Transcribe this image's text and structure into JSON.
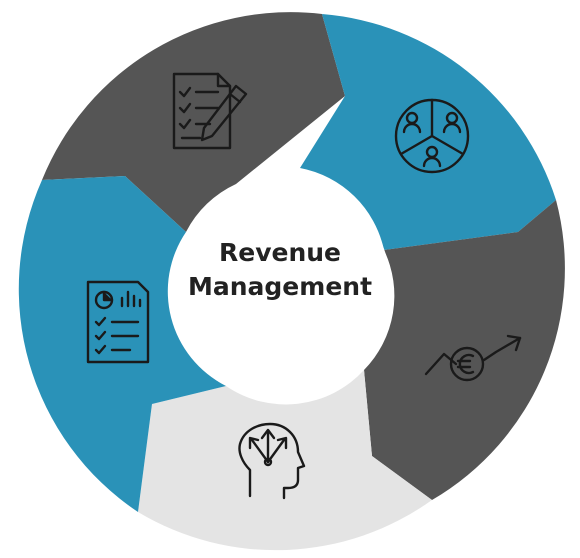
{
  "center": {
    "line1": "Revenue",
    "line2": "Management"
  },
  "colors": {
    "dark_gray": "#555555",
    "blue": "#2a92b8",
    "light_gray": "#e4e4e4",
    "icon_stroke": "#1a1a1a",
    "background": "#ffffff"
  },
  "segments": [
    {
      "color": "dark_gray",
      "icon": "checklist-document-pen-icon"
    },
    {
      "color": "blue",
      "icon": "customer-segments-icon"
    },
    {
      "color": "dark_gray",
      "icon": "euro-growth-trend-icon"
    },
    {
      "color": "light_gray",
      "icon": "head-strategy-arrows-icon"
    },
    {
      "color": "blue",
      "icon": "report-charts-checklist-icon"
    }
  ]
}
